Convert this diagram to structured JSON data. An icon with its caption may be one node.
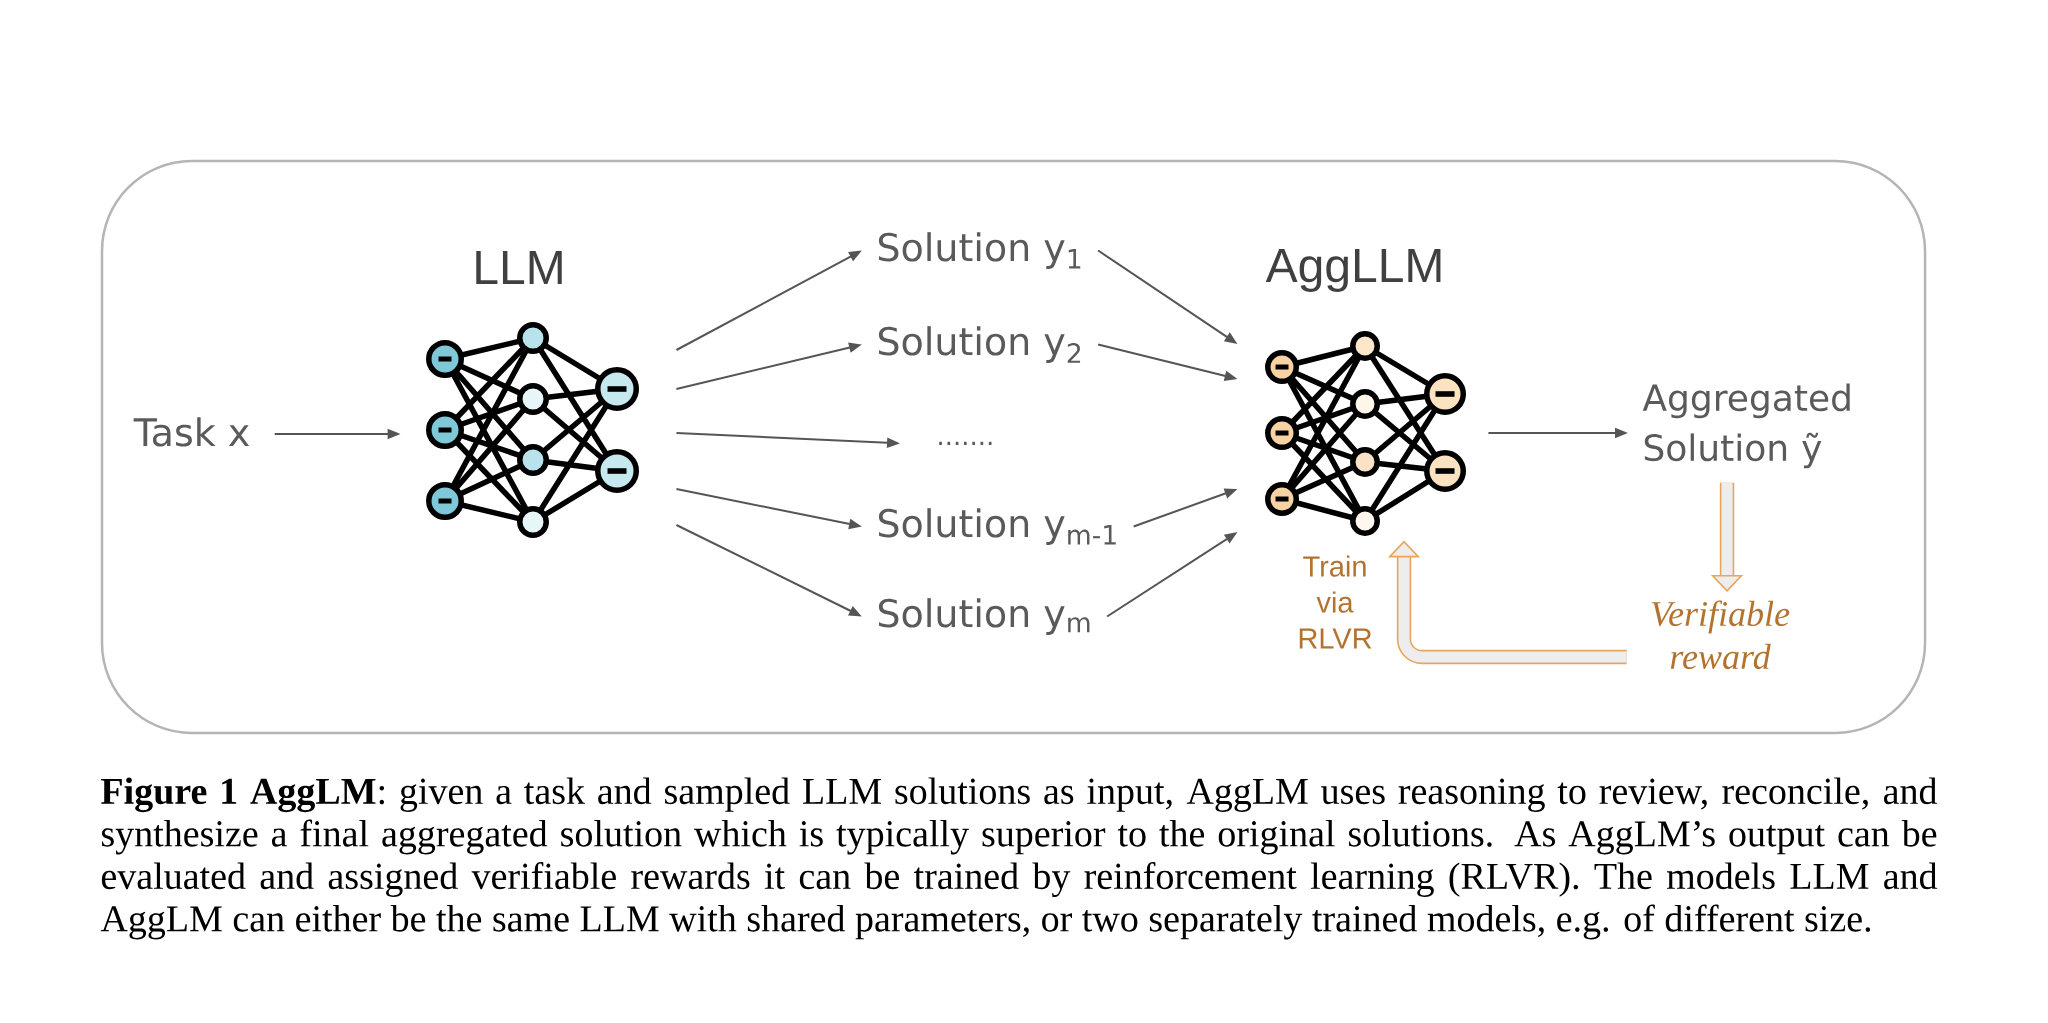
{
  "diagram": {
    "caption": "**Figure 1 AggLM**: given a task and sampled LLM solutions as input, AggLM uses reasoning to review, reconcile, and synthesize a final aggregated solution which is typically superior to the original solutions. As AggLM’s output can be evaluated and assigned verifiable rewards it can be trained by reinforcement learning (RLVR). The models LLM and AggLM can either be the same LLM with shared parameters, or two separately trained models, e.g. of different size.",
    "nodes": [
      {
        "text": [
          "Task x"
        ]
      },
      {
        "text": [
          "LLM"
        ]
      },
      {
        "text": [
          "Solution y$_{1}$"
        ]
      },
      {
        "text": [
          "Solution y$_{2}$"
        ]
      },
      {
        "text": [
          "......."
        ]
      },
      {
        "text": [
          "Solution y$_{m-1}$"
        ]
      },
      {
        "text": [
          "Solution y$_{m}$"
        ]
      },
      {
        "text": [
          "AggLLM"
        ]
      },
      {
        "text": [
          "Aggregated Solution ỹ"
        ]
      },
      {
        "text": [
          "Verifiable reward"
        ]
      }
    ],
    "edges": [
      {
        "from": 0,
        "to": 1,
        "arrow": "to"
      },
      {
        "from": 1,
        "to": 2,
        "arrow": "to"
      },
      {
        "from": 1,
        "to": 3,
        "arrow": "to"
      },
      {
        "from": 1,
        "to": 4,
        "arrow": "to"
      },
      {
        "from": 1,
        "to": 5,
        "arrow": "to"
      },
      {
        "from": 1,
        "to": 6,
        "arrow": "to"
      },
      {
        "from": 2,
        "to": 7,
        "arrow": "to"
      },
      {
        "from": 3,
        "to": 7,
        "arrow": "to"
      },
      {
        "from": 5,
        "to": 7,
        "arrow": "to"
      },
      {
        "from": 6,
        "to": 7,
        "arrow": "to"
      },
      {
        "from": 7,
        "to": 8,
        "arrow": "to"
      },
      {
        "from": 8,
        "to": 9,
        "arrow": "to",
        "style": "thick",
        "color": "#e8a55c"
      },
      {
        "from": 9,
        "to": 7,
        "arrow": "to",
        "style": "thick",
        "color": "#e8a55c",
        "label": "Train via RLVR"
      }
    ]
  }
}
